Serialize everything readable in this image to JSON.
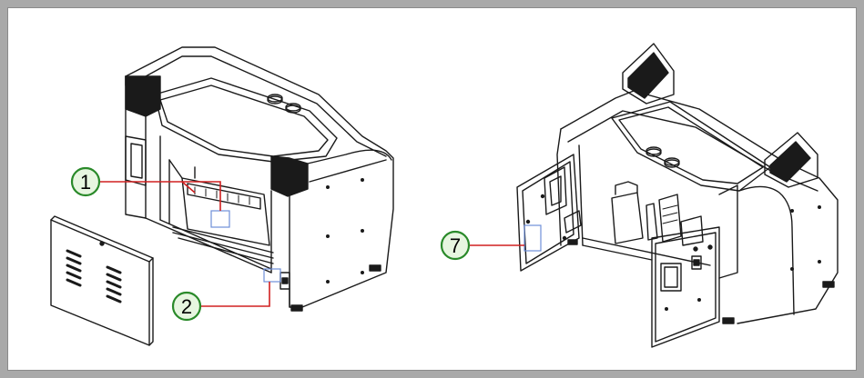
{
  "figure": {
    "callouts": [
      {
        "id": "callout-1",
        "label": "1"
      },
      {
        "id": "callout-2",
        "label": "2"
      },
      {
        "id": "callout-7",
        "label": "7"
      }
    ],
    "colors": {
      "callout_fill": "#e7f6e0",
      "callout_stroke": "#2a8a2a",
      "leader_line": "#d02020",
      "highlight_box": "#6f8fd8",
      "frame_background": "#a9a9a9",
      "line_art": "#1a1a1a"
    }
  }
}
